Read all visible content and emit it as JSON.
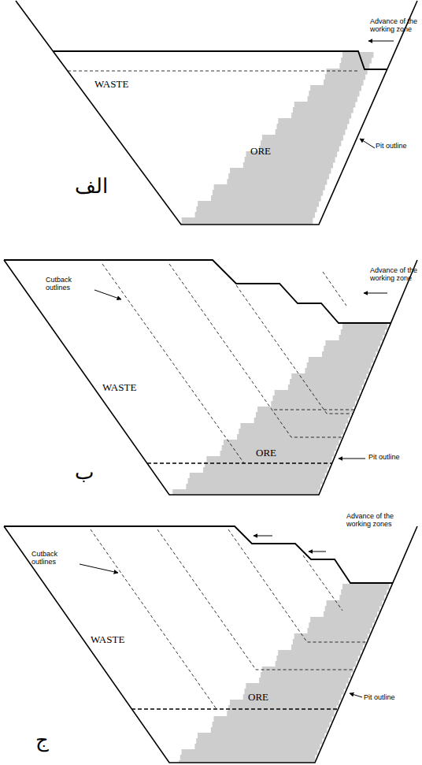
{
  "diagram": {
    "labels": [
      "Advance of the working zone",
      "WASTE",
      "ORE",
      "Pit outline",
      "الف",
      "Cutback outlines",
      "Advance of the working zone",
      "WASTE",
      "ORE",
      "Pit outline",
      "ب",
      "Cutback outlines",
      "Advance of the working zones",
      "WASTE",
      "ORE",
      "Pit outline",
      "ج"
    ]
  }
}
